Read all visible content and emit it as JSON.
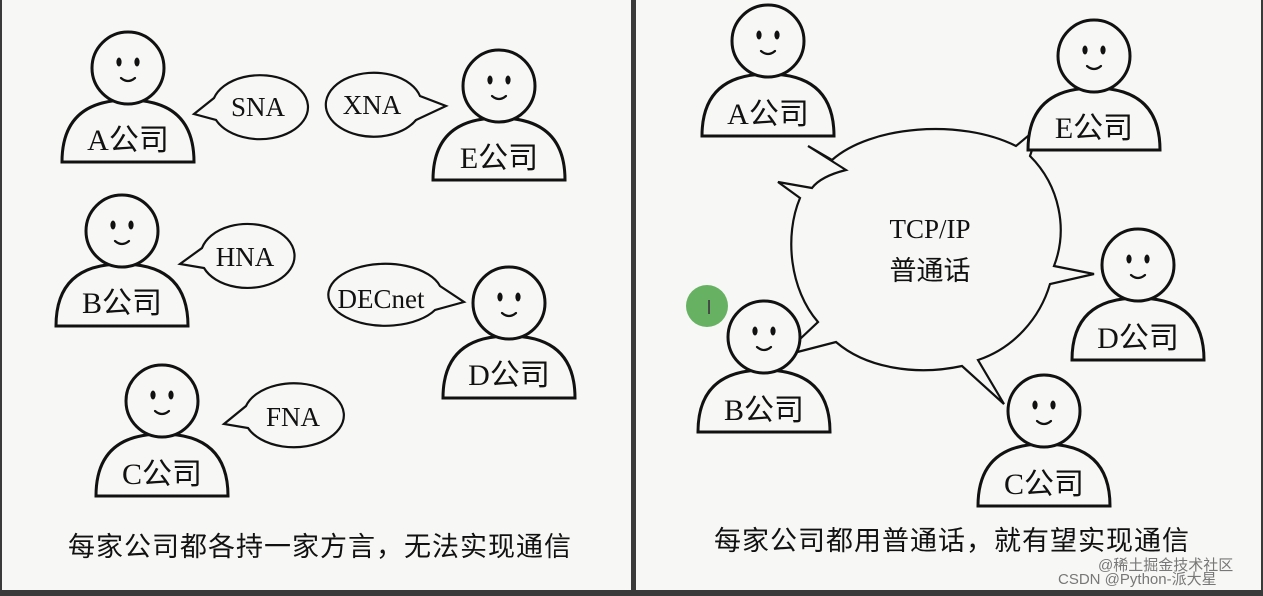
{
  "left_panel": {
    "people": [
      {
        "id": "a",
        "label": "A公司"
      },
      {
        "id": "e",
        "label": "E公司"
      },
      {
        "id": "b",
        "label": "B公司"
      },
      {
        "id": "d",
        "label": "D公司"
      },
      {
        "id": "c",
        "label": "C公司"
      }
    ],
    "bubbles": [
      {
        "id": "sna",
        "label": "SNA"
      },
      {
        "id": "xna",
        "label": "XNA"
      },
      {
        "id": "hna",
        "label": "HNA"
      },
      {
        "id": "decnet",
        "label": "DECnet"
      },
      {
        "id": "fna",
        "label": "FNA"
      }
    ],
    "caption": "每家公司都各持一家方言，无法实现通信"
  },
  "right_panel": {
    "people": [
      {
        "id": "a",
        "label": "A公司"
      },
      {
        "id": "e",
        "label": "E公司"
      },
      {
        "id": "b",
        "label": "B公司"
      },
      {
        "id": "d",
        "label": "D公司"
      },
      {
        "id": "c",
        "label": "C公司"
      }
    ],
    "center_bubble": {
      "line1": "TCP/IP",
      "line2": "普通话"
    },
    "caption": "每家公司都用普通话，就有望实现通信"
  },
  "watermark": {
    "line1": "@稀土掘金技术社区",
    "line2": "CSDN @Python-派大星"
  },
  "cursor": {
    "glyph": "I",
    "color": "#5fae5a"
  },
  "colors": {
    "paper": "#f7f7f5",
    "ink": "#111111",
    "frame": "#3a3a3a"
  }
}
